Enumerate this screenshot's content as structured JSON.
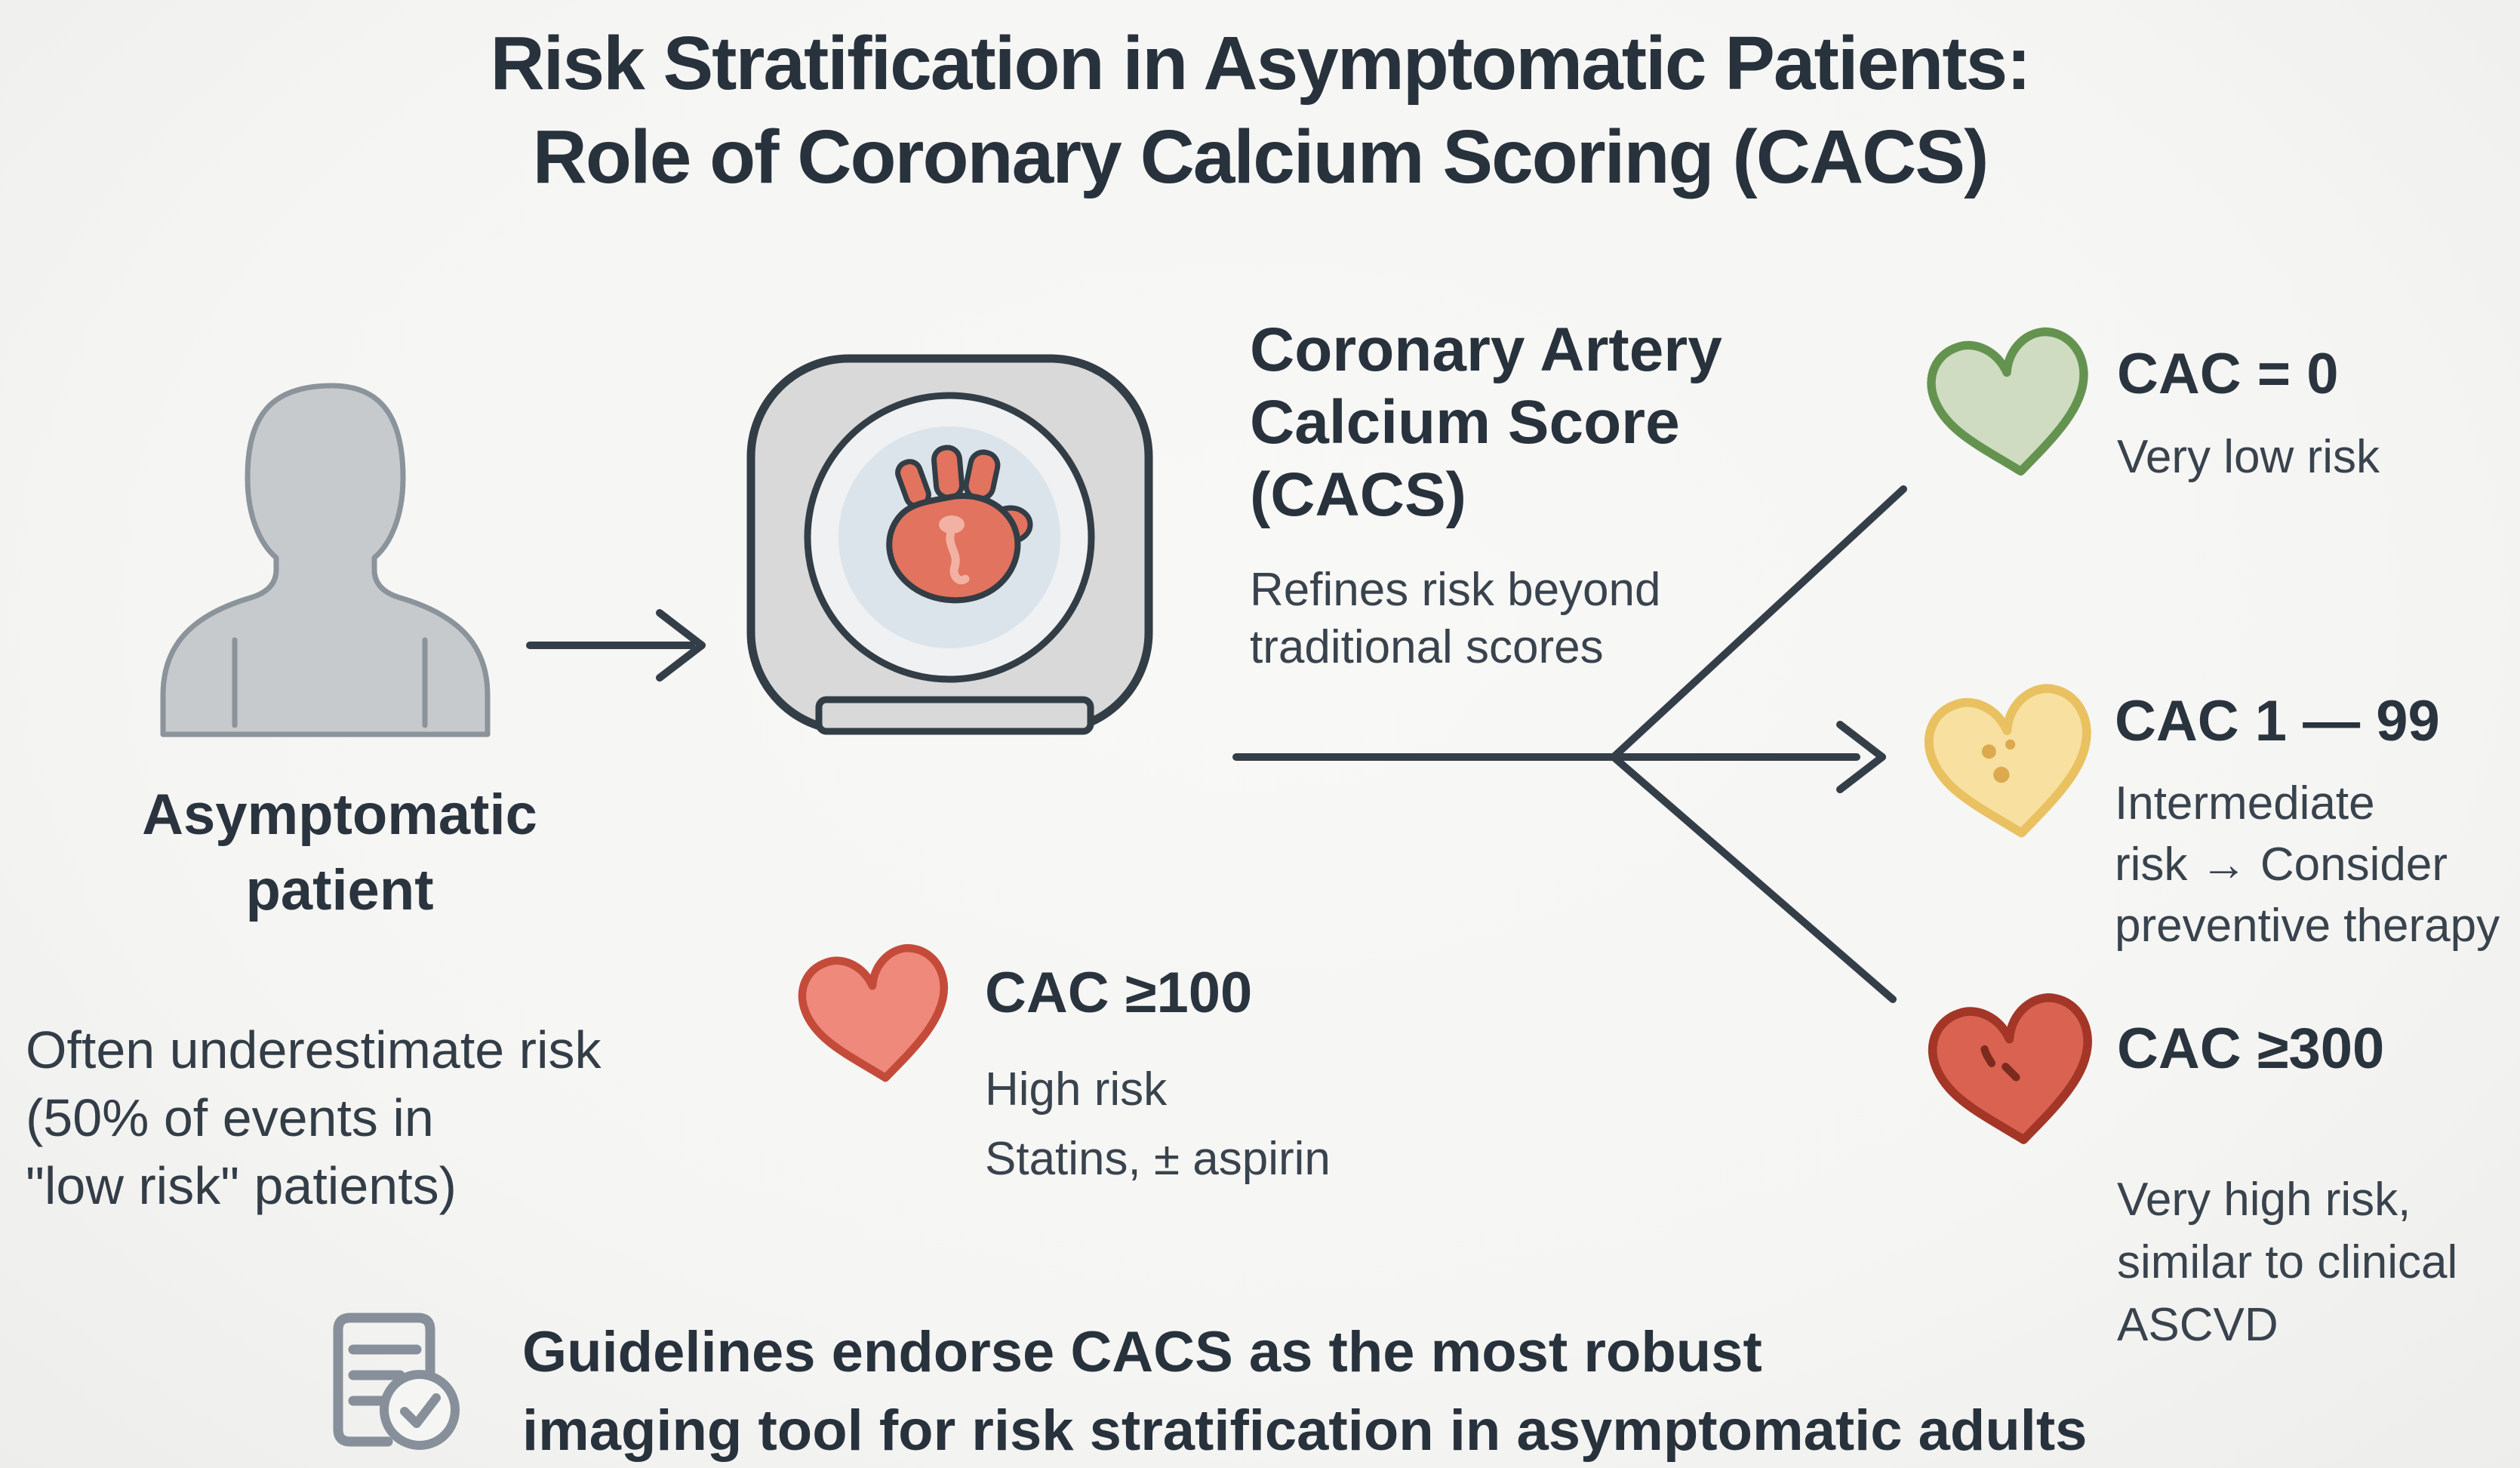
{
  "colors": {
    "background": "#f5f5f3",
    "ink_strong": "#28323c",
    "ink_body": "#39434d",
    "line": "#333e48",
    "person_fill": "#c7cacd",
    "person_stroke": "#8b939b",
    "scanner_body": "#d8d9d8",
    "scanner_outline": "#323d46",
    "scanner_ring": "#eff1f2",
    "scanner_bore": "#dce4eb",
    "scan_heart_fill": "#e1735f",
    "scan_heart_highlight": "#f2b2a3",
    "green_heart_fill": "#cfdcc1",
    "green_heart_stroke": "#649350",
    "yellow_heart_fill": "#f7e0a0",
    "yellow_heart_stroke": "#e9c161",
    "yellow_heart_speck": "#dca94e",
    "red_heart_fill": "#d96250",
    "red_heart_stroke": "#a33627",
    "red_heart_speck": "#7c2a1e",
    "salmon_heart_fill": "#ee897b",
    "salmon_heart_stroke": "#c44b3a",
    "doc_icon": "#87909a"
  },
  "title": {
    "line1": "Risk Stratification in Asymptomatic Patients:",
    "line2": "Role of Coronary Calcium Scoring (CACS)"
  },
  "patient": {
    "label1": "Asymptomatic",
    "label2": "patient",
    "note1": "Often underestimate risk",
    "note2": "(50% of events in",
    "note3": "\"low risk\" patients)"
  },
  "scan": {
    "title1": "Coronary Artery",
    "title2": "Calcium Score",
    "title3": "(CACS)",
    "sub1": "Refines risk beyond",
    "sub2": "traditional scores"
  },
  "outcomes": {
    "cac0": {
      "label": "CAC = 0",
      "desc1": "Very low risk"
    },
    "cac1to99": {
      "label": "CAC 1 — 99",
      "desc1": "Intermediate",
      "desc2": "risk → Consider",
      "desc3": "preventive therapy"
    },
    "cac300": {
      "label": "CAC ≥300",
      "desc1": "Very high risk,",
      "desc2": "similar to clinical",
      "desc3": "ASCVD"
    }
  },
  "high_risk": {
    "label": "CAC ≥100",
    "desc1": "High risk",
    "desc2": "Statins, ± aspirin"
  },
  "footer": {
    "line1": "Guidelines endorse CACS as the most robust",
    "line2": "imaging tool for risk stratification in asymptomatic adults"
  }
}
